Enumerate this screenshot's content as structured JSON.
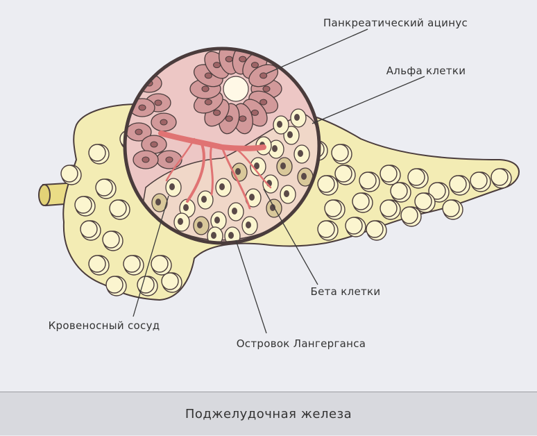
{
  "labels": {
    "acinus": "Панкреатический ацинус",
    "alpha": "Альфа клетки",
    "beta": "Бета клетки",
    "vessel": "Кровеносный сосуд",
    "islet": "Островок Лангерганса"
  },
  "caption": "Поджелудочная железа",
  "colors": {
    "pancreas_fill": "#f3ecb4",
    "cell_fill": "#fbf5cf",
    "circle_bg": "#edc7c5",
    "acinus_cell": "#d2999a",
    "vessel": "#e07373",
    "duct": "#eadc86",
    "outline": "#4a3c3c",
    "background": "#ecedf2",
    "caption_bar": "#d8d9de"
  }
}
